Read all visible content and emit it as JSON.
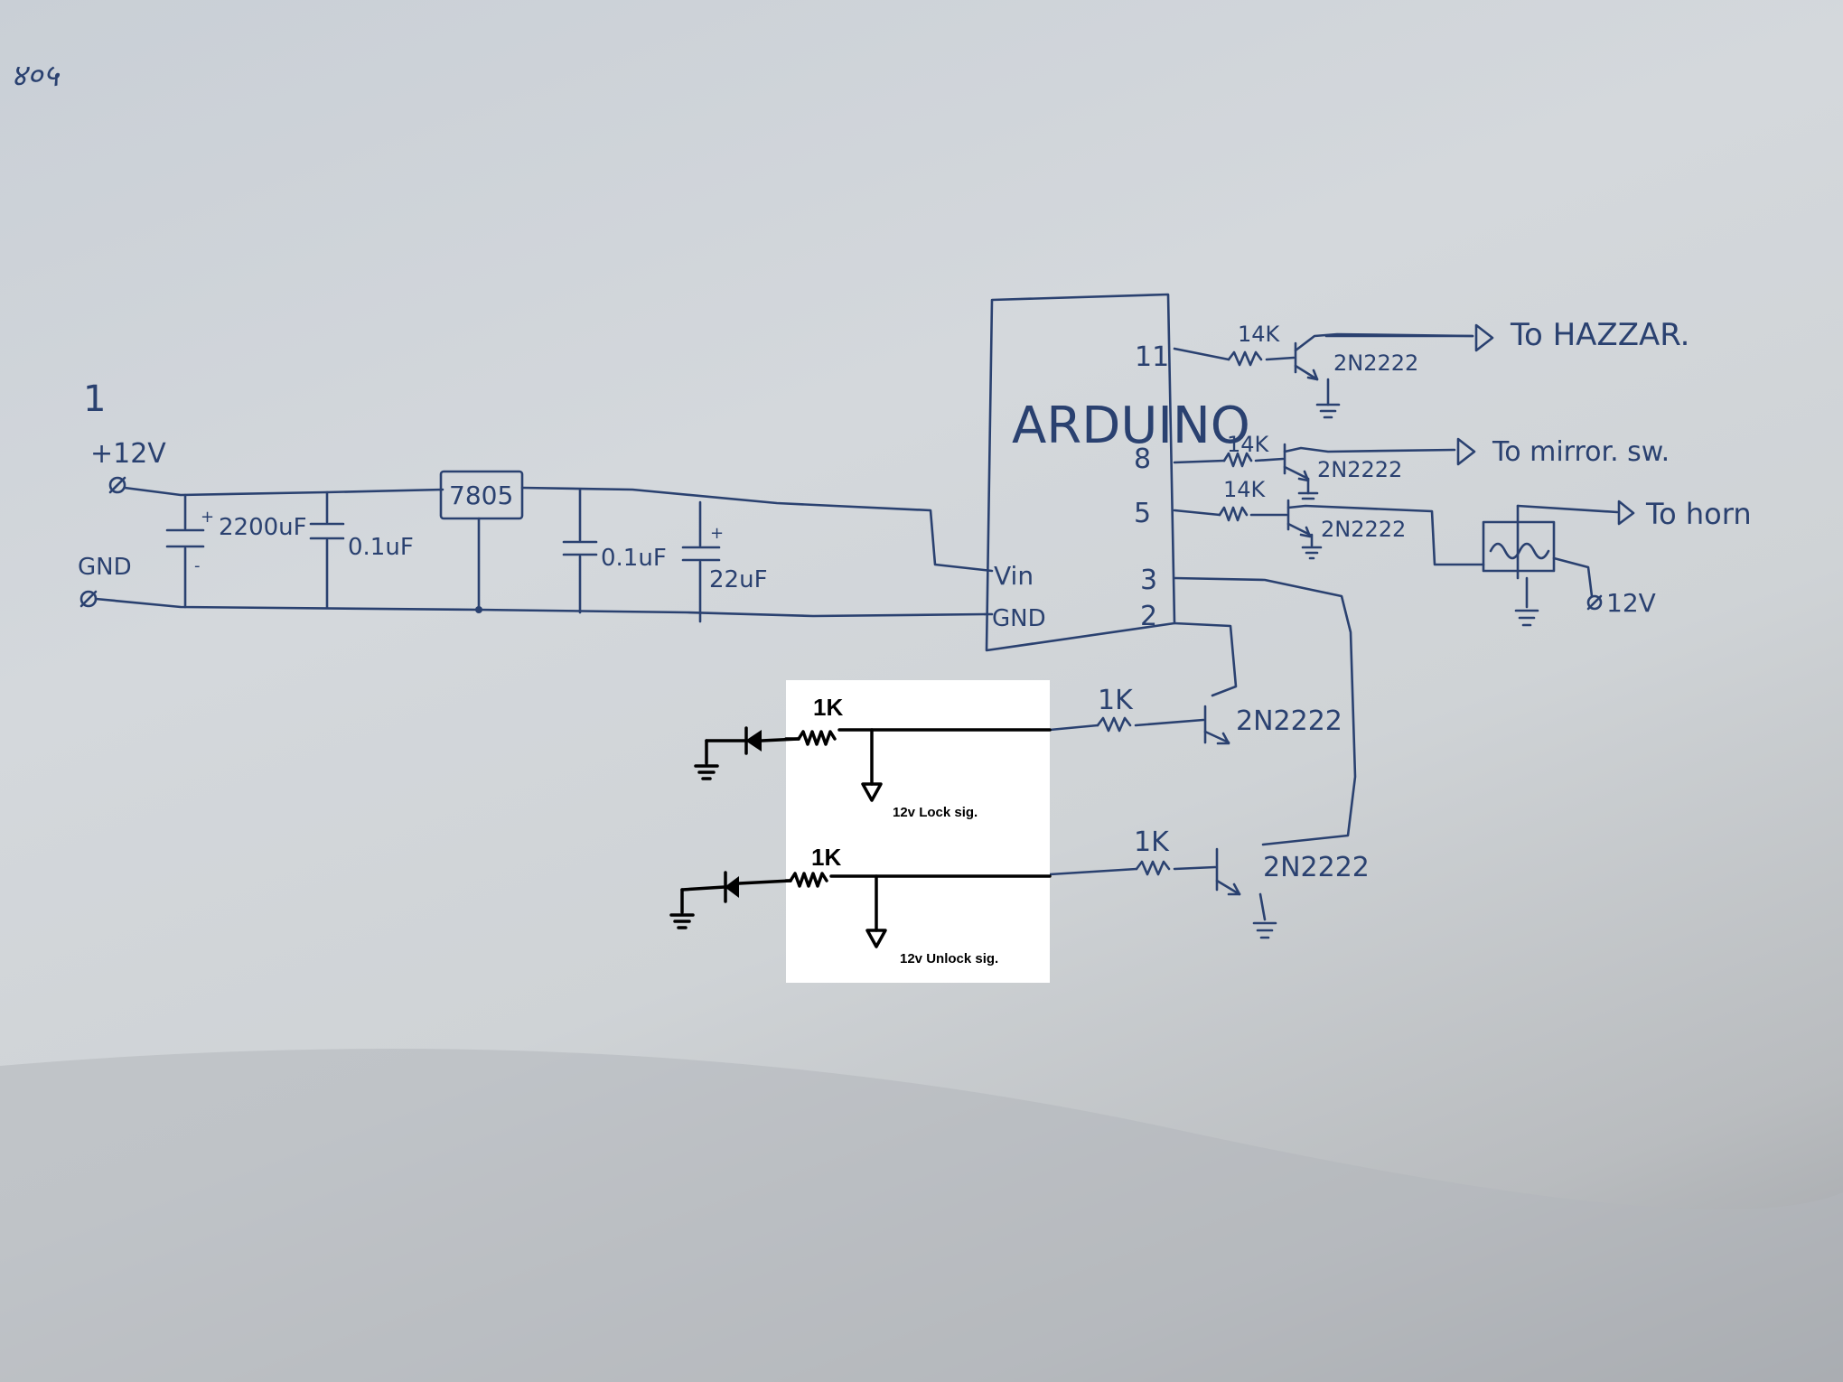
{
  "labels": {
    "corner_scribble": "४०५",
    "sheet_number": "1",
    "plus12v": "+12V",
    "gnd": "GND",
    "cap_2200": "2200uF",
    "cap_01a": "0.1uF",
    "regulator": "7805",
    "cap_01b": "0.1uF",
    "cap_22": "22uF",
    "arduino": "ARDUINO",
    "pin_11": "11",
    "pin_8": "8",
    "pin_5": "5",
    "pin_3": "3",
    "pin_2": "2",
    "pin_vin": "Vin",
    "pin_gnd": "GND",
    "r_hazzar": "14K",
    "r_mirror": "14K",
    "r_horn": "14K",
    "r_lock": "1K",
    "r_unlock": "1K",
    "q_hazzar": "2N2222",
    "q_mirror": "2N2222",
    "q_horn": "2N2222",
    "q_lock": "2N2222",
    "q_unlock": "2N2222",
    "to_hazzar": "To HAZZAR.",
    "to_mirror": "To mirror. sw.",
    "to_horn": "To horn",
    "relay_12v": "12V",
    "panel_r1": "1K",
    "panel_r2": "1K",
    "panel_lock": "12v Lock sig.",
    "panel_unlock": "12v Unlock sig."
  },
  "colors": {
    "ink": "#2a4170",
    "paper": "#d4d8dc",
    "panel": "#ffffff",
    "panel_ink": "#000000"
  }
}
